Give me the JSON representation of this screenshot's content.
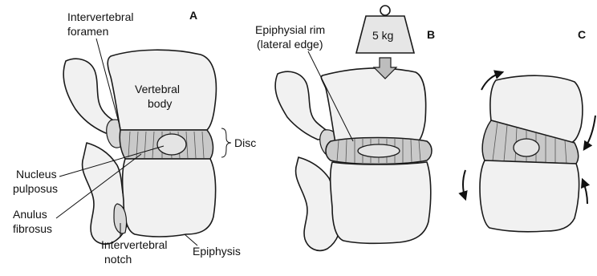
{
  "panels": {
    "a": "A",
    "b": "B",
    "c": "C"
  },
  "labels": {
    "intervertebral_foramen_line1": "Intervertebral",
    "intervertebral_foramen_line2": "foramen",
    "vertebral_body_line1": "Vertebral",
    "vertebral_body_line2": "body",
    "disc": "Disc",
    "nucleus_line1": "Nucleus",
    "nucleus_line2": "pulposus",
    "anulus_line1": "Anulus",
    "anulus_line2": "fibrosus",
    "notch_line1": "Intervertebral",
    "notch_line2": "notch",
    "epiphysis": "Epiphysis",
    "rim_line1": "Epiphysial rim",
    "rim_line2": "(lateral edge)",
    "weight": "5 kg"
  }
}
